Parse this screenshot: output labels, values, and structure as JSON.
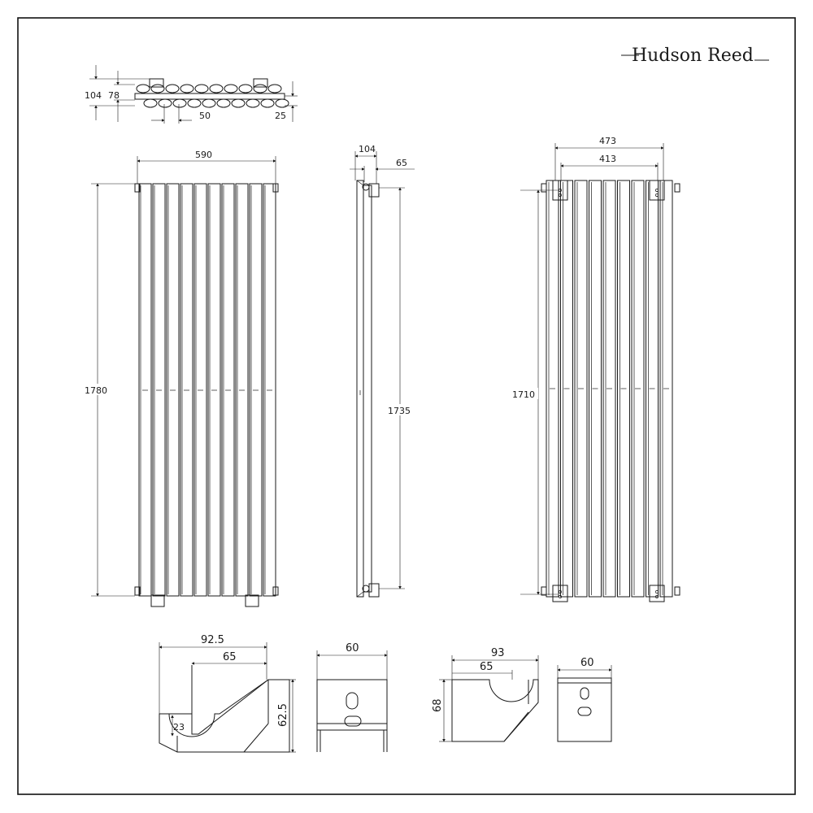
{
  "brand": {
    "name": "Hudson Reed"
  },
  "top_view": {
    "depth_total": "104",
    "depth_inner": "78",
    "pitch": "50",
    "offset": "25"
  },
  "front_view": {
    "width": "590",
    "height": "1780"
  },
  "side_view": {
    "depth": "104",
    "offset": "65",
    "height": "1735"
  },
  "back_view": {
    "bracket_outer": "473",
    "bracket_inner": "413",
    "height": "1710"
  },
  "bracket_side": {
    "length": "92.5",
    "reach": "65",
    "height": "62.5",
    "radius": "23"
  },
  "bracket_front": {
    "width": "60"
  },
  "bracket_side2": {
    "length": "93",
    "reach": "65",
    "height": "68"
  },
  "bracket_front2": {
    "width": "60"
  }
}
